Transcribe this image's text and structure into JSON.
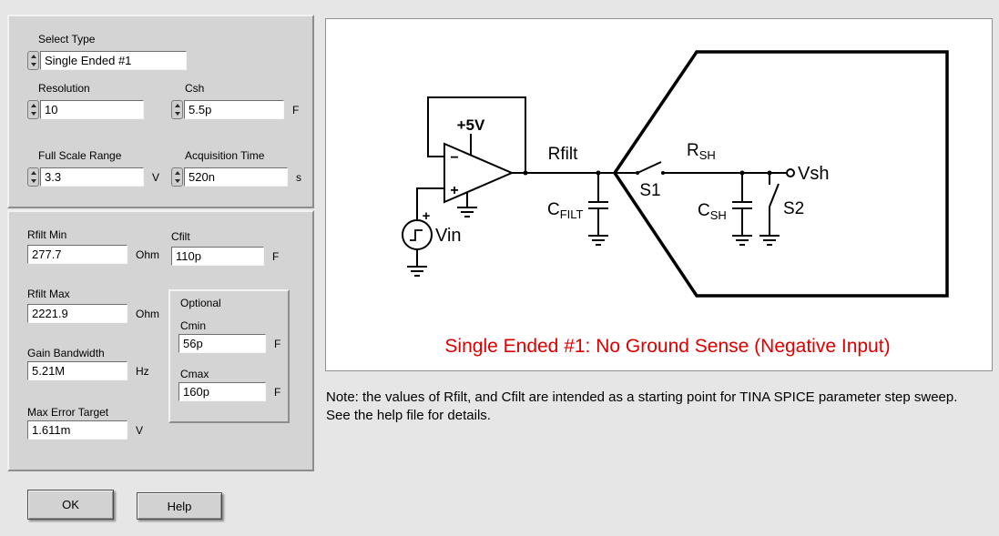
{
  "controls": {
    "select_type": {
      "label": "Select Type",
      "value": "Single Ended #1"
    },
    "resolution": {
      "label": "Resolution",
      "value": "10"
    },
    "csh": {
      "label": "Csh",
      "value": "5.5p",
      "unit": "F"
    },
    "full_scale_range": {
      "label": "Full Scale Range",
      "value": "3.3",
      "unit": "V"
    },
    "acquisition_time": {
      "label": "Acquisition Time",
      "value": "520n",
      "unit": "s"
    }
  },
  "outputs": {
    "rfilt_min": {
      "label": "Rfilt Min",
      "value": "277.7",
      "unit": "Ohm"
    },
    "cfilt": {
      "label": "Cfilt",
      "value": "110p",
      "unit": "F"
    },
    "rfilt_max": {
      "label": "Rfilt Max",
      "value": "2221.9",
      "unit": "Ohm"
    },
    "gain_bandwidth": {
      "label": "Gain Bandwidth",
      "value": "5.21M",
      "unit": "Hz"
    },
    "max_error_target": {
      "label": "Max Error Target",
      "value": "1.611m",
      "unit": "V"
    }
  },
  "optional": {
    "title": "Optional",
    "cmin": {
      "label": "Cmin",
      "value": "56p",
      "unit": "F"
    },
    "cmax": {
      "label": "Cmax",
      "value": "160p",
      "unit": "F"
    }
  },
  "buttons": {
    "ok": "OK",
    "help": "Help"
  },
  "circuit": {
    "supply": "+5V",
    "opamp_minus": "−",
    "opamp_plus": "+",
    "vin_plus": "+",
    "vin": "Vin",
    "rfilt": "Rfilt",
    "cfilt_main": "C",
    "cfilt_sub": "FILT",
    "s1": "S1",
    "rsh_main": "R",
    "rsh_sub": "SH",
    "csh_main": "C",
    "csh_sub": "SH",
    "s2": "S2",
    "vsh": "Vsh",
    "caption": "Single Ended #1: No Ground Sense (Negative Input)",
    "caption_color": "#dd0000"
  },
  "note": {
    "text": "Note: the values of Rfilt, and Cfilt are intended as a starting point for TINA SPICE parameter step sweep.  See the help file for details."
  }
}
